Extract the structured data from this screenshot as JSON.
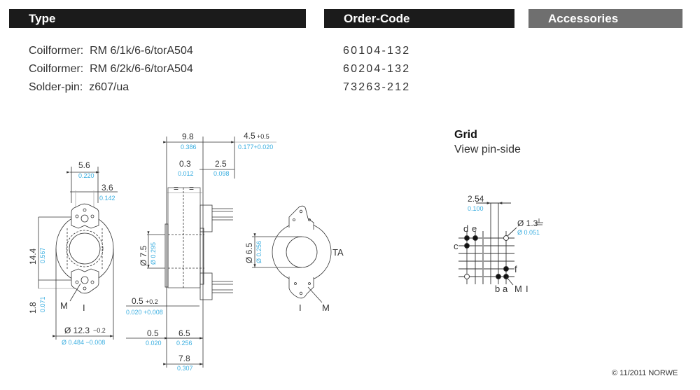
{
  "headers": {
    "type": "Type",
    "order_code": "Order-Code",
    "accessories": "Accessories"
  },
  "items": [
    {
      "label": "Coilformer:",
      "type": "RM 6/1k/6-6/torA504",
      "order_code": "60104-132"
    },
    {
      "label": "Coilformer:",
      "type": "RM 6/2k/6-6/torA504",
      "order_code": "60204-132"
    },
    {
      "label": "Solder-pin:",
      "type": "z607/ua",
      "order_code": "73263-212"
    }
  ],
  "drawing_front": {
    "dim_width_top": "5.6",
    "dim_width_top_in": "0.220",
    "dim_pin_offset": "3.6",
    "dim_pin_offset_in": "0.142",
    "dim_height": "14.4",
    "dim_height_in": "0.567",
    "dim_bottom": "1.8",
    "dim_bottom_in": "0.071",
    "label_m": "M",
    "label_i": "I",
    "dim_diameter": "Ø 12.3",
    "dim_diameter_tol": "−0.2",
    "dim_diameter_in": "Ø 0.484 −0.008"
  },
  "drawing_side": {
    "dim_total": "9.8",
    "dim_total_in": "0.386",
    "dim_pin_len": "4.5",
    "dim_pin_len_tol": "+0.5",
    "dim_pin_len_in": "0.177+0.020",
    "dim_wall": "0.3",
    "dim_wall_in": "0.012",
    "dim_pin_pos": "2.5",
    "dim_pin_pos_in": "0.098",
    "equal_mark": "=",
    "dim_core": "Ø 7.5",
    "dim_core_in": "Ø 0.295",
    "dim_slot": "0.5",
    "dim_slot_tol": "+0.2",
    "dim_slot_in": "0.020 +0.008",
    "dim_flange": "0.5",
    "dim_flange_in": "0.020",
    "dim_body": "6.5",
    "dim_body_in": "0.256",
    "dim_overall": "7.8",
    "dim_overall_in": "0.307"
  },
  "drawing_top": {
    "dim_inner": "Ø 6.5",
    "dim_inner_in": "Ø 0.256",
    "label_ta": "TA",
    "label_m": "M",
    "label_i": "I"
  },
  "grid": {
    "title": "Grid",
    "subtitle": "View pin-side",
    "pitch": "2.54",
    "pitch_in": "0.100",
    "hole": "Ø 1.3",
    "hole_in": "Ø 0.051",
    "pins": [
      "d",
      "e",
      "c",
      "f",
      "b",
      "a",
      "M",
      "I"
    ]
  },
  "footer": "© 11/2011 NORWE"
}
